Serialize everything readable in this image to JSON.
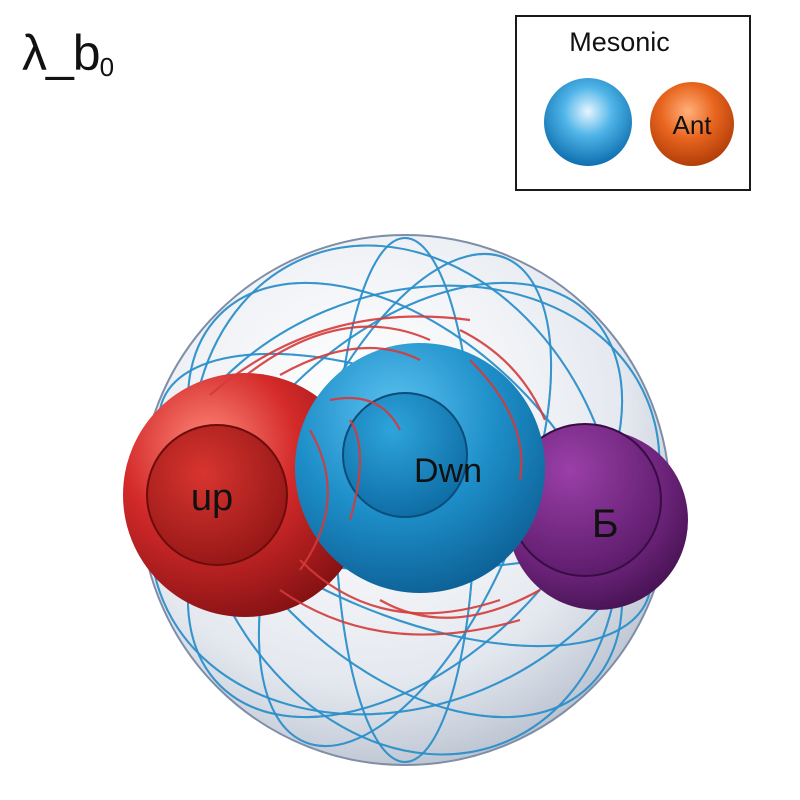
{
  "title": {
    "main": "λ_b",
    "subscript": "0"
  },
  "legend": {
    "title": "Mesonic",
    "items": [
      {
        "label": "",
        "color": "#2a9bd6"
      },
      {
        "label": "Ant",
        "color": "#e8651f"
      }
    ]
  },
  "particles": [
    {
      "id": "up",
      "label": "up",
      "color": "#d42a2a"
    },
    {
      "id": "down",
      "label": "Dwn",
      "color": "#1e8fc9"
    },
    {
      "id": "other",
      "label": "Ƃ",
      "color": "#7a2a88"
    }
  ],
  "colors": {
    "shell_lines": "#2a8fc9",
    "field_lines": "#d43a3a"
  }
}
